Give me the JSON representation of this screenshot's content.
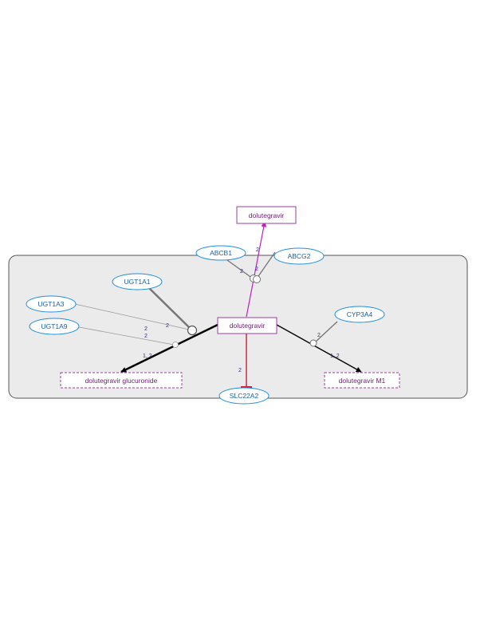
{
  "colors": {
    "compartment_fill": "#ebebeb",
    "compartment_stroke": "#555555",
    "metabolite_stroke": "#9b3fa0",
    "metabolite_text": "#6a1b70",
    "enzyme_fill": "#ffffff",
    "enzyme_stroke": "#1e8fe0",
    "enzyme_text": "#1a5fa8",
    "transport_edge": "#c020c0",
    "inhibit_edge": "#c41e3a",
    "reaction_edge": "#000000",
    "catalysis_edge": "#707070",
    "edge_label": "#2a2a9a"
  },
  "metabolites": {
    "dolutegravir_extracellular": "dolutegravir",
    "dolutegravir_central": "dolutegravir",
    "glucuronide": "dolutegravir glucuronide",
    "m1": "dolutegravir M1"
  },
  "enzymes": {
    "abcb1": "ABCB1",
    "abcg2": "ABCG2",
    "ugt1a1": "UGT1A1",
    "ugt1a3": "UGT1A3",
    "ugt1a9": "UGT1A9",
    "cyp3a4": "CYP3A4",
    "slc22a2": "SLC22A2"
  },
  "edge_labels": {
    "abcb1_ref": "2",
    "abcg2_ref": "2",
    "transport_ref": "2",
    "ugt1a1_ref": "2",
    "ugt1a3_ref": "2",
    "ugt1a9_ref": "2",
    "glucuronidation_ref": "1, 2",
    "cyp3a4_ref": "2",
    "oxidation_ref": "1, 2",
    "slc22a2_ref": "2"
  }
}
